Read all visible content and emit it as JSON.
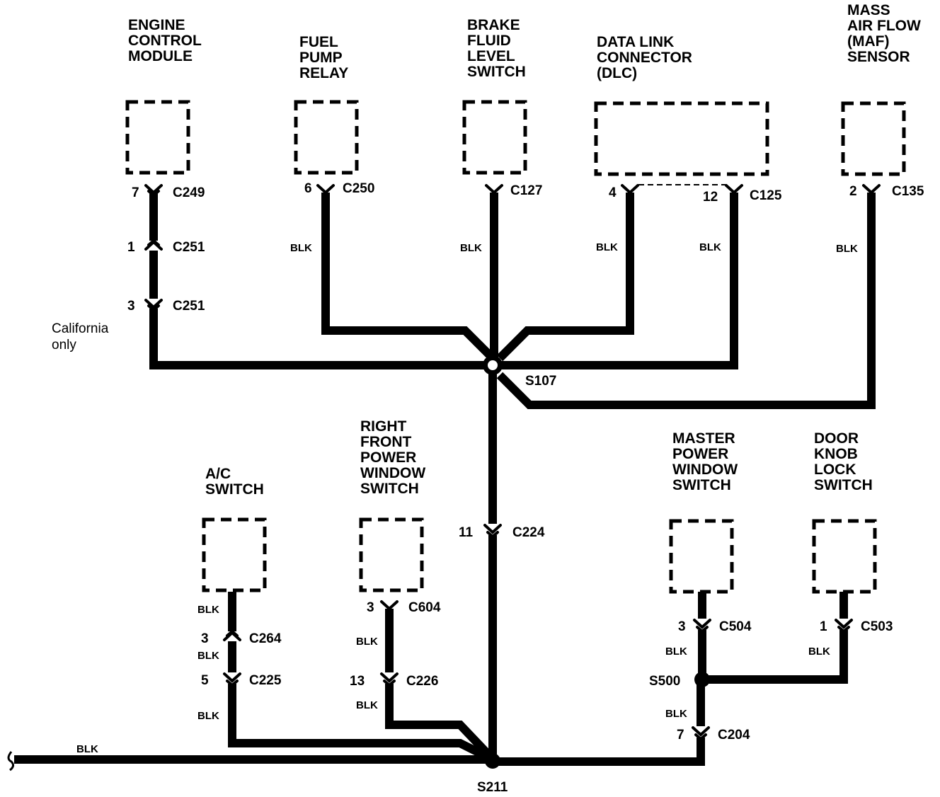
{
  "components": {
    "ecm": [
      "ENGINE",
      "CONTROL",
      "MODULE"
    ],
    "fuel_pump_relay": [
      "FUEL",
      "PUMP",
      "RELAY"
    ],
    "brake_fluid": [
      "BRAKE",
      "FLUID",
      "LEVEL",
      "SWITCH"
    ],
    "dlc": [
      "DATA LINK",
      "CONNECTOR",
      "(DLC)"
    ],
    "maf": [
      "MASS",
      "AIR FLOW",
      "(MAF)",
      "SENSOR"
    ],
    "ac_switch": [
      "A/C",
      "SWITCH"
    ],
    "rf_window": [
      "RIGHT",
      "FRONT",
      "POWER",
      "WINDOW",
      "SWITCH"
    ],
    "master_window": [
      "MASTER",
      "POWER",
      "WINDOW",
      "SWITCH"
    ],
    "door_knob": [
      "DOOR",
      "KNOB",
      "LOCK",
      "SWITCH"
    ]
  },
  "connectors": {
    "c249": {
      "pin": "7",
      "name": "C249"
    },
    "c251a": {
      "pin": "1",
      "name": "C251"
    },
    "c251b": {
      "pin": "3",
      "name": "C251"
    },
    "c250": {
      "pin": "6",
      "name": "C250"
    },
    "c127": {
      "pin": "",
      "name": "C127"
    },
    "c125_4": {
      "pin": "4",
      "name": ""
    },
    "c125_12": {
      "pin": "12",
      "name": "C125"
    },
    "c135": {
      "pin": "2",
      "name": "C135"
    },
    "c224": {
      "pin": "11",
      "name": "C224"
    },
    "c264": {
      "pin": "3",
      "name": "C264"
    },
    "c225": {
      "pin": "5",
      "name": "C225"
    },
    "c604": {
      "pin": "3",
      "name": "C604"
    },
    "c226": {
      "pin": "13",
      "name": "C226"
    },
    "c504": {
      "pin": "3",
      "name": "C504"
    },
    "c503": {
      "pin": "1",
      "name": "C503"
    },
    "c204": {
      "pin": "7",
      "name": "C204"
    }
  },
  "splices": {
    "s107": "S107",
    "s211": "S211",
    "s500": "S500"
  },
  "wire_color": "BLK",
  "note": [
    "California",
    "only"
  ]
}
